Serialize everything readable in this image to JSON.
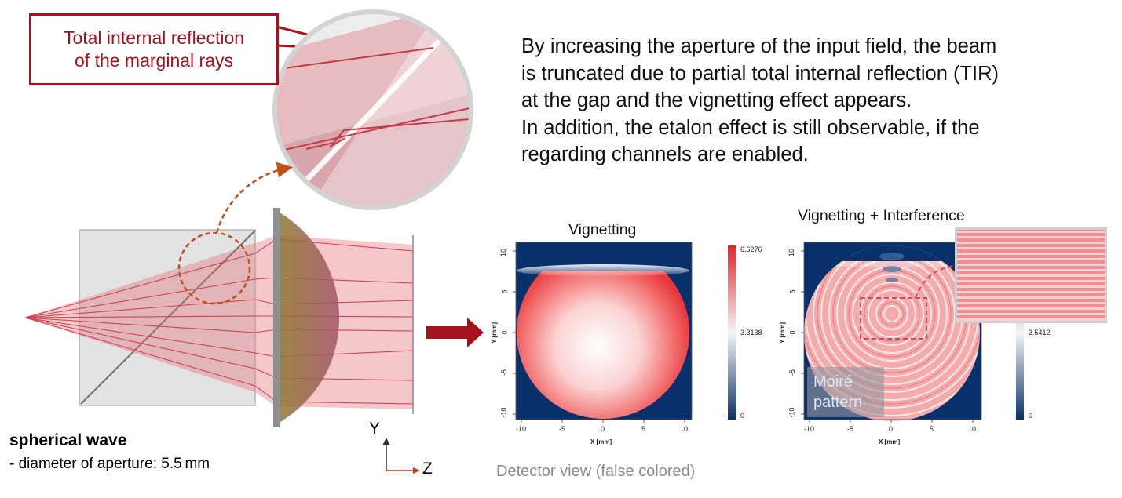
{
  "callout": {
    "line1": "Total internal reflection",
    "line2": "of the marginal rays"
  },
  "description": {
    "lines": [
      "By increasing the aperture of the input field, the beam",
      "is truncated due to partial total internal reflection (TIR)",
      "at the gap and the vignetting effect appears.",
      "In addition, the etalon effect is still observable, if the",
      "regarding channels are enabled."
    ]
  },
  "source": {
    "title": "spherical wave",
    "detail": "- diameter of aperture: 5.5 mm"
  },
  "axes_indicator": {
    "y": "Y",
    "z": "Z"
  },
  "detector_caption": "Detector view (false colored)",
  "plots": {
    "vignetting": {
      "title": "Vignetting",
      "xlabel": "X [mm]",
      "ylabel": "Y [mm]",
      "ticks": [
        "-10",
        "-5",
        "0",
        "5",
        "10"
      ],
      "colorbar": {
        "max": "6.6276",
        "mid": "3.3138",
        "min": "0"
      }
    },
    "interference": {
      "title": "Vignetting + Interference",
      "xlabel": "X [mm]",
      "ylabel": "Y [mm]",
      "ticks": [
        "-10",
        "-5",
        "0",
        "5",
        "10"
      ],
      "colorbar": {
        "mid": "3.5412",
        "min": "0"
      },
      "annotation": {
        "line1": "Moiré",
        "line2": "pattern"
      }
    }
  },
  "colors": {
    "accent_red": "#a5121d",
    "dashed_orange": "#c0521a",
    "field_blue": "#08306b",
    "beam_red": "#d9414b"
  }
}
